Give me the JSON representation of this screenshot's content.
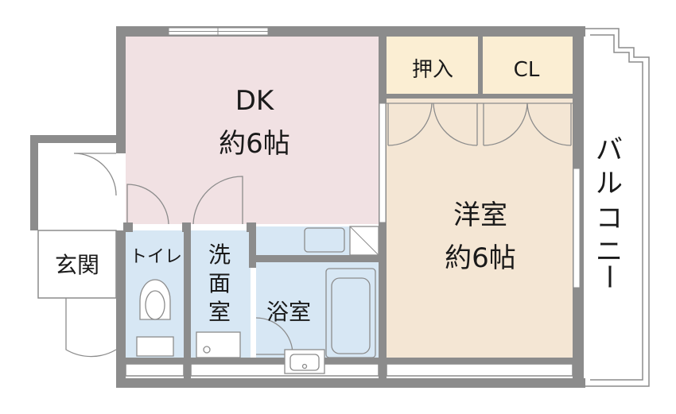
{
  "rooms": {
    "dk": {
      "name": "DK",
      "size": "約6帖"
    },
    "western": {
      "name": "洋室",
      "size": "約6帖"
    },
    "closet_oshiire": "押入",
    "closet_cl": "CL",
    "balcony": [
      "バ",
      "ル",
      "コ",
      "ニ",
      "ー"
    ],
    "entrance": "玄関",
    "toilet": "トイレ",
    "washroom": [
      "洗",
      "面",
      "室"
    ],
    "bathroom": "浴室"
  },
  "colors": {
    "wall": "#8c8c8c",
    "dk_floor": "#f1e1e3",
    "western_floor": "#f4e6d4",
    "closet_floor": "#fbeed3",
    "wet_floor": "#d7e7f4",
    "hall_floor": "#ffffff"
  }
}
